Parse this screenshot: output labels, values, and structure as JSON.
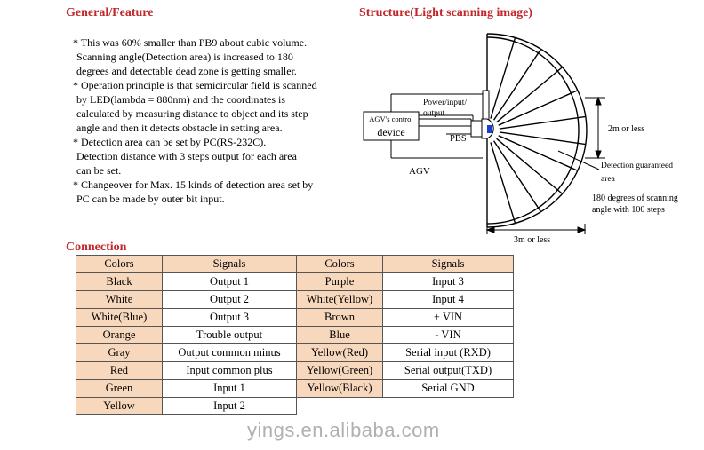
{
  "headings": {
    "feature": "General/Feature",
    "structure": "Structure(Light scanning image)",
    "connection": "Connection"
  },
  "features": [
    {
      "lines": [
        "* This was 60% smaller than PB9 about cubic volume.",
        "Scanning angle(Detection area) is increased to 180",
        "degrees and detectable dead zone is getting smaller."
      ]
    },
    {
      "lines": [
        "* Operation principle is that semicircular field is scanned",
        "by LED(lambda = 880nm) and the coordinates is",
        "calculated by measuring distance to object and its step",
        "angle and then it detects obstacle in setting area."
      ]
    },
    {
      "lines": [
        "* Detection area can be set by PC(RS-232C).",
        "Detection distance with 3 steps output for each area",
        "can be set."
      ]
    },
    {
      "lines": [
        "* Changeover for Max. 15 kinds of detection area set by",
        "PC can be made by outer bit input."
      ]
    }
  ],
  "diagram": {
    "agv_control_label": "AGV's control",
    "device_label": "device",
    "power_input_label": "Power/input/",
    "output_label": "output",
    "pbs_label": "PBS",
    "agv_label": "AGV",
    "range_vertical": "2m or less",
    "detection_label_1": "Detection guaranteed",
    "detection_label_2": "area",
    "scan_label_1": "180 degrees of scanning",
    "scan_label_2": "angle with 100 steps",
    "range_horizontal": "3m or less"
  },
  "connection": {
    "headers": [
      "Colors",
      "Signals",
      "Colors",
      "Signals"
    ],
    "rows": [
      [
        "Black",
        "Output 1",
        "Purple",
        "Input 3"
      ],
      [
        "White",
        "Output 2",
        "White(Yellow)",
        "Input 4"
      ],
      [
        "White(Blue)",
        "Output 3",
        "Brown",
        "+ VIN"
      ],
      [
        "Orange",
        "Trouble output",
        "Blue",
        "- VIN"
      ],
      [
        "Gray",
        "Output common minus",
        "Yellow(Red)",
        "Serial input (RXD)"
      ],
      [
        "Red",
        "Input common plus",
        "Yellow(Green)",
        "Serial output(TXD)"
      ],
      [
        "Green",
        "Input 1",
        "Yellow(Black)",
        "Serial GND"
      ],
      [
        "Yellow",
        "Input 2",
        "",
        ""
      ]
    ]
  },
  "watermark": "yings.en.alibaba.com",
  "colors": {
    "heading": "#c0282c",
    "cell_fill": "#f8d8bd",
    "sensor_blue": "#1a3fd0"
  }
}
